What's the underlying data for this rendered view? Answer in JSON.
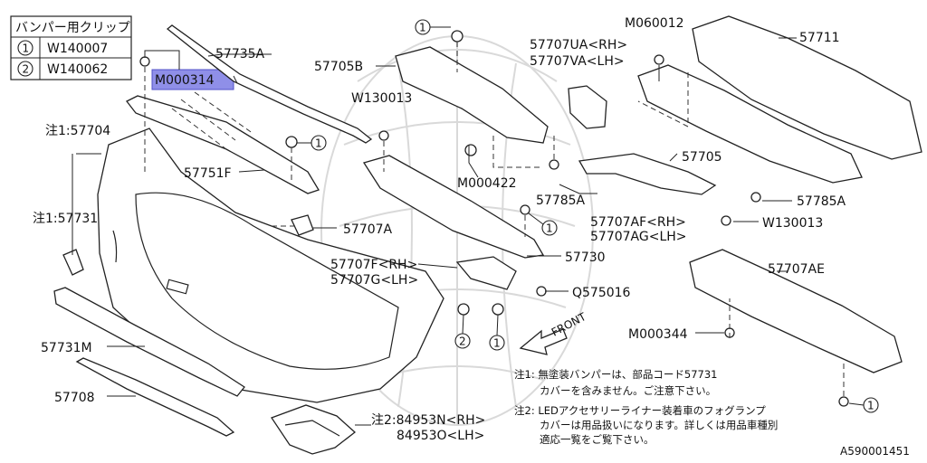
{
  "legend": {
    "header": "バンパー用クリップ",
    "rows": [
      {
        "num": "1",
        "code": "W140007"
      },
      {
        "num": "2",
        "code": "W140062"
      }
    ]
  },
  "highlight_label": "M000314",
  "callout_marks": [
    "1",
    "2"
  ],
  "parts": {
    "p57735A": "57735A",
    "p57705B": "57705B",
    "p57707UA": "57707UA<RH>",
    "p57707VA": "57707VA<LH>",
    "pM060012": "M060012",
    "p57711": "57711",
    "p57704": "注1:57704",
    "pW130013a": "W130013",
    "p57751F": "57751F",
    "pM000422": "M000422",
    "p57705": "57705",
    "p57785Aa": "57785A",
    "p57785Ab": "57785A",
    "p57731": "注1:57731",
    "p57707A": "57707A",
    "p57707AF": "57707AF<RH>",
    "p57707AG": "57707AG<LH>",
    "pW130013b": "W130013",
    "p57730": "57730",
    "p57707F": "57707F<RH>",
    "p57707G": "57707G<LH>",
    "pQ575016": "Q575016",
    "p57707AE": "57707AE",
    "pM000344": "M000344",
    "p57731M": "57731M",
    "p57708": "57708",
    "p84953N": "注2:84953N<RH>",
    "p84953O": "84953O<LH>"
  },
  "front_label": "FRONT",
  "notes": {
    "n1_line1": "注1: 無塗装バンパーは、部品コード57731",
    "n1_line2": "カバーを含みません。ご注意下さい。",
    "n2_line1": "注2: LEDアクセサリーライナー装着車のフォグランプ",
    "n2_line2": "カバーは用品扱いになります。詳しくは用品車種別",
    "n2_line3": "適応一覧をご覧下さい。"
  },
  "diagram_id": "A590001451"
}
